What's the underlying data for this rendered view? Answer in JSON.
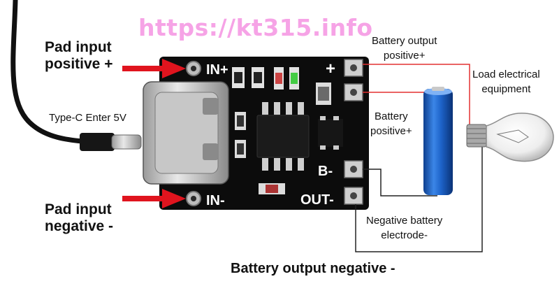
{
  "watermark": "https://kt315.info",
  "labels": {
    "pad_input_positive_1": "Pad input",
    "pad_input_positive_2": "positive +",
    "type_c": "Type-C Enter 5V",
    "pad_input_negative_1": "Pad input",
    "pad_input_negative_2": "negative -",
    "battery_output_positive_1": "Battery output",
    "battery_output_positive_2": "positive+",
    "load_1": "Load electrical",
    "load_2": "equipment",
    "battery_positive_1": "Battery",
    "battery_positive_2": "positive+",
    "negative_battery_1": "Negative battery",
    "negative_battery_2": "electrode-",
    "battery_output_negative": "Battery output negative -"
  },
  "board_text": {
    "in_plus": "IN+",
    "in_minus": "IN-",
    "plus": "+",
    "b_minus": "B-",
    "out_minus": "OUT-"
  },
  "colors": {
    "board": "#0c0c0c",
    "arrow": "#e0141e",
    "wire_red": "#e33030",
    "wire_black": "#222222",
    "battery": "#1d63c9",
    "watermark": "#f6a3e6"
  }
}
